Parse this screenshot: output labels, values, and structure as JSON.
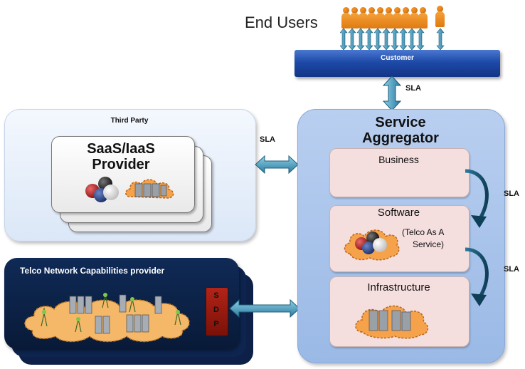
{
  "end_users": {
    "label": "End Users"
  },
  "customer": {
    "label": "Customer"
  },
  "third_party": {
    "label": "Third Party",
    "provider_title_line1": "SaaS/IaaS",
    "provider_title_line2": "Provider"
  },
  "telco": {
    "label": "Telco Network Capabilities  provider",
    "sdp_letters": [
      "S",
      "D",
      "P"
    ]
  },
  "aggregator": {
    "title_line1": "Service",
    "title_line2": "Aggregator",
    "layers": {
      "business": "Business",
      "software": "Software",
      "software_note_line1": "(Telco As A",
      "software_note_line2": "Service)",
      "infrastructure": "Infrastructure"
    }
  },
  "sla_labels": {
    "customer_link": "SLA",
    "third_party_link": "SLA",
    "business_software": "SLA",
    "software_infrastructure": "SLA"
  },
  "colors": {
    "customer_bar": "#1e4aa8",
    "aggregator": "#9ab9e6",
    "layer_fill": "#f4dede",
    "telco": "#0f2a56",
    "arrow": "#2f7fa3",
    "people": "#f28c1e",
    "sdp": "#b32417"
  }
}
